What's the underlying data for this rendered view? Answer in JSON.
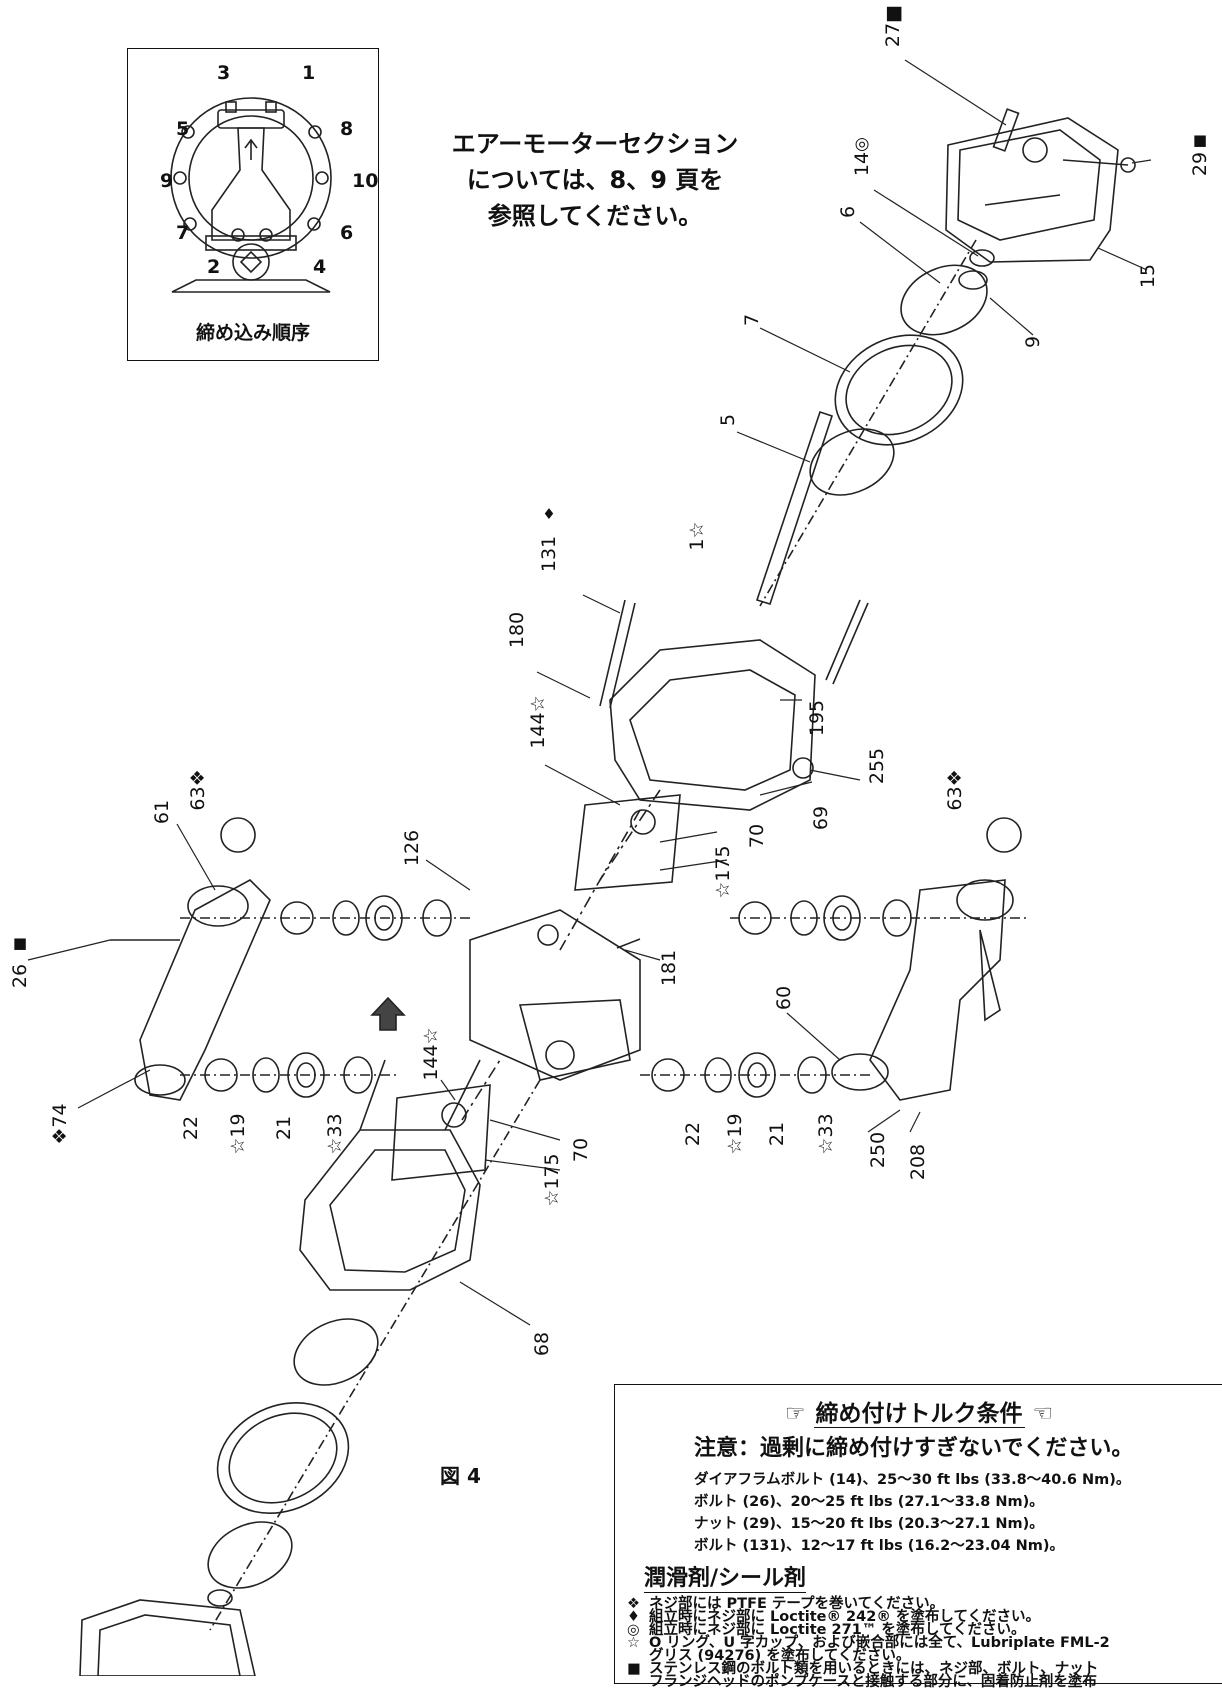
{
  "inset": {
    "caption": "締め込み順序",
    "numbers": [
      "3",
      "1",
      "5",
      "8",
      "9",
      "10",
      "7",
      "6",
      "2",
      "4"
    ]
  },
  "note": {
    "lines": [
      "エアーモーターセクション",
      "については、8、9 頁を",
      "参照してください。"
    ]
  },
  "figure_label": "図 4",
  "callouts": {
    "c27": "27■",
    "c14": "14",
    "c29": "29",
    "c15": "15",
    "c6": "6",
    "c9": "9",
    "c7": "7",
    "c5": "5",
    "c1": "1☆",
    "c131": "131",
    "c180": "180",
    "c195": "195",
    "c255": "255",
    "c69": "69",
    "c144a": "144☆",
    "c70a": "70",
    "c175a": "☆175",
    "c63a": "63❖",
    "c63b": "63❖",
    "c61": "61",
    "c126": "126",
    "c26": "26",
    "c181": "181",
    "c60": "60",
    "c74": "❖74",
    "c22a": "22",
    "c19a": "☆19",
    "c21a": "21",
    "c33a": "☆33",
    "c22b": "22",
    "c19b": "☆19",
    "c21b": "21",
    "c33b": "☆33",
    "c250": "250",
    "c208": "208",
    "c144b": "144☆",
    "c70b": "70",
    "c175b": "☆175",
    "c68": "68"
  },
  "torque": {
    "title": "締め付けトルク条件",
    "title_left_icon": "pointing-right-icon",
    "title_right_icon": "pointing-left-icon",
    "caution": "注意：過剰に締め付けすぎないでください。",
    "lines": [
      "ダイアフラムボルト (14)、25～30 ft lbs (33.8～40.6 Nm)。",
      "ボルト (26)、20～25 ft lbs (27.1～33.8 Nm)。",
      "ナット (29)、15～20 ft lbs (20.3～27.1 Nm)。",
      "ボルト (131)、12～17 ft lbs (16.2～23.04 Nm)。"
    ]
  },
  "lube": {
    "title": "潤滑剤/シール剤",
    "items": [
      {
        "symbol": "❖",
        "text": "ネジ部には PTFE テープを巻いてください。"
      },
      {
        "symbol": "♦",
        "text": "組立時にネジ部に Loctite® 242® を塗布してください。"
      },
      {
        "symbol": "◎",
        "text": "組立時にネジ部に Loctite 271™ を塗布してください。"
      },
      {
        "symbol": "☆",
        "text": "O リング、U 字カップ、および嵌合部には全て、Lubriplate FML-2"
      },
      {
        "symbol": "",
        "text": "グリス (94276) を塗布してください。"
      },
      {
        "symbol": "■",
        "text": "ステンレス鋼のボルト類を用いるときには、ネジ部、ボルト、ナット"
      },
      {
        "symbol": "",
        "text": "フランジヘッドのポンプケースと接触する部分に、固着防止剤を塗布"
      }
    ]
  }
}
